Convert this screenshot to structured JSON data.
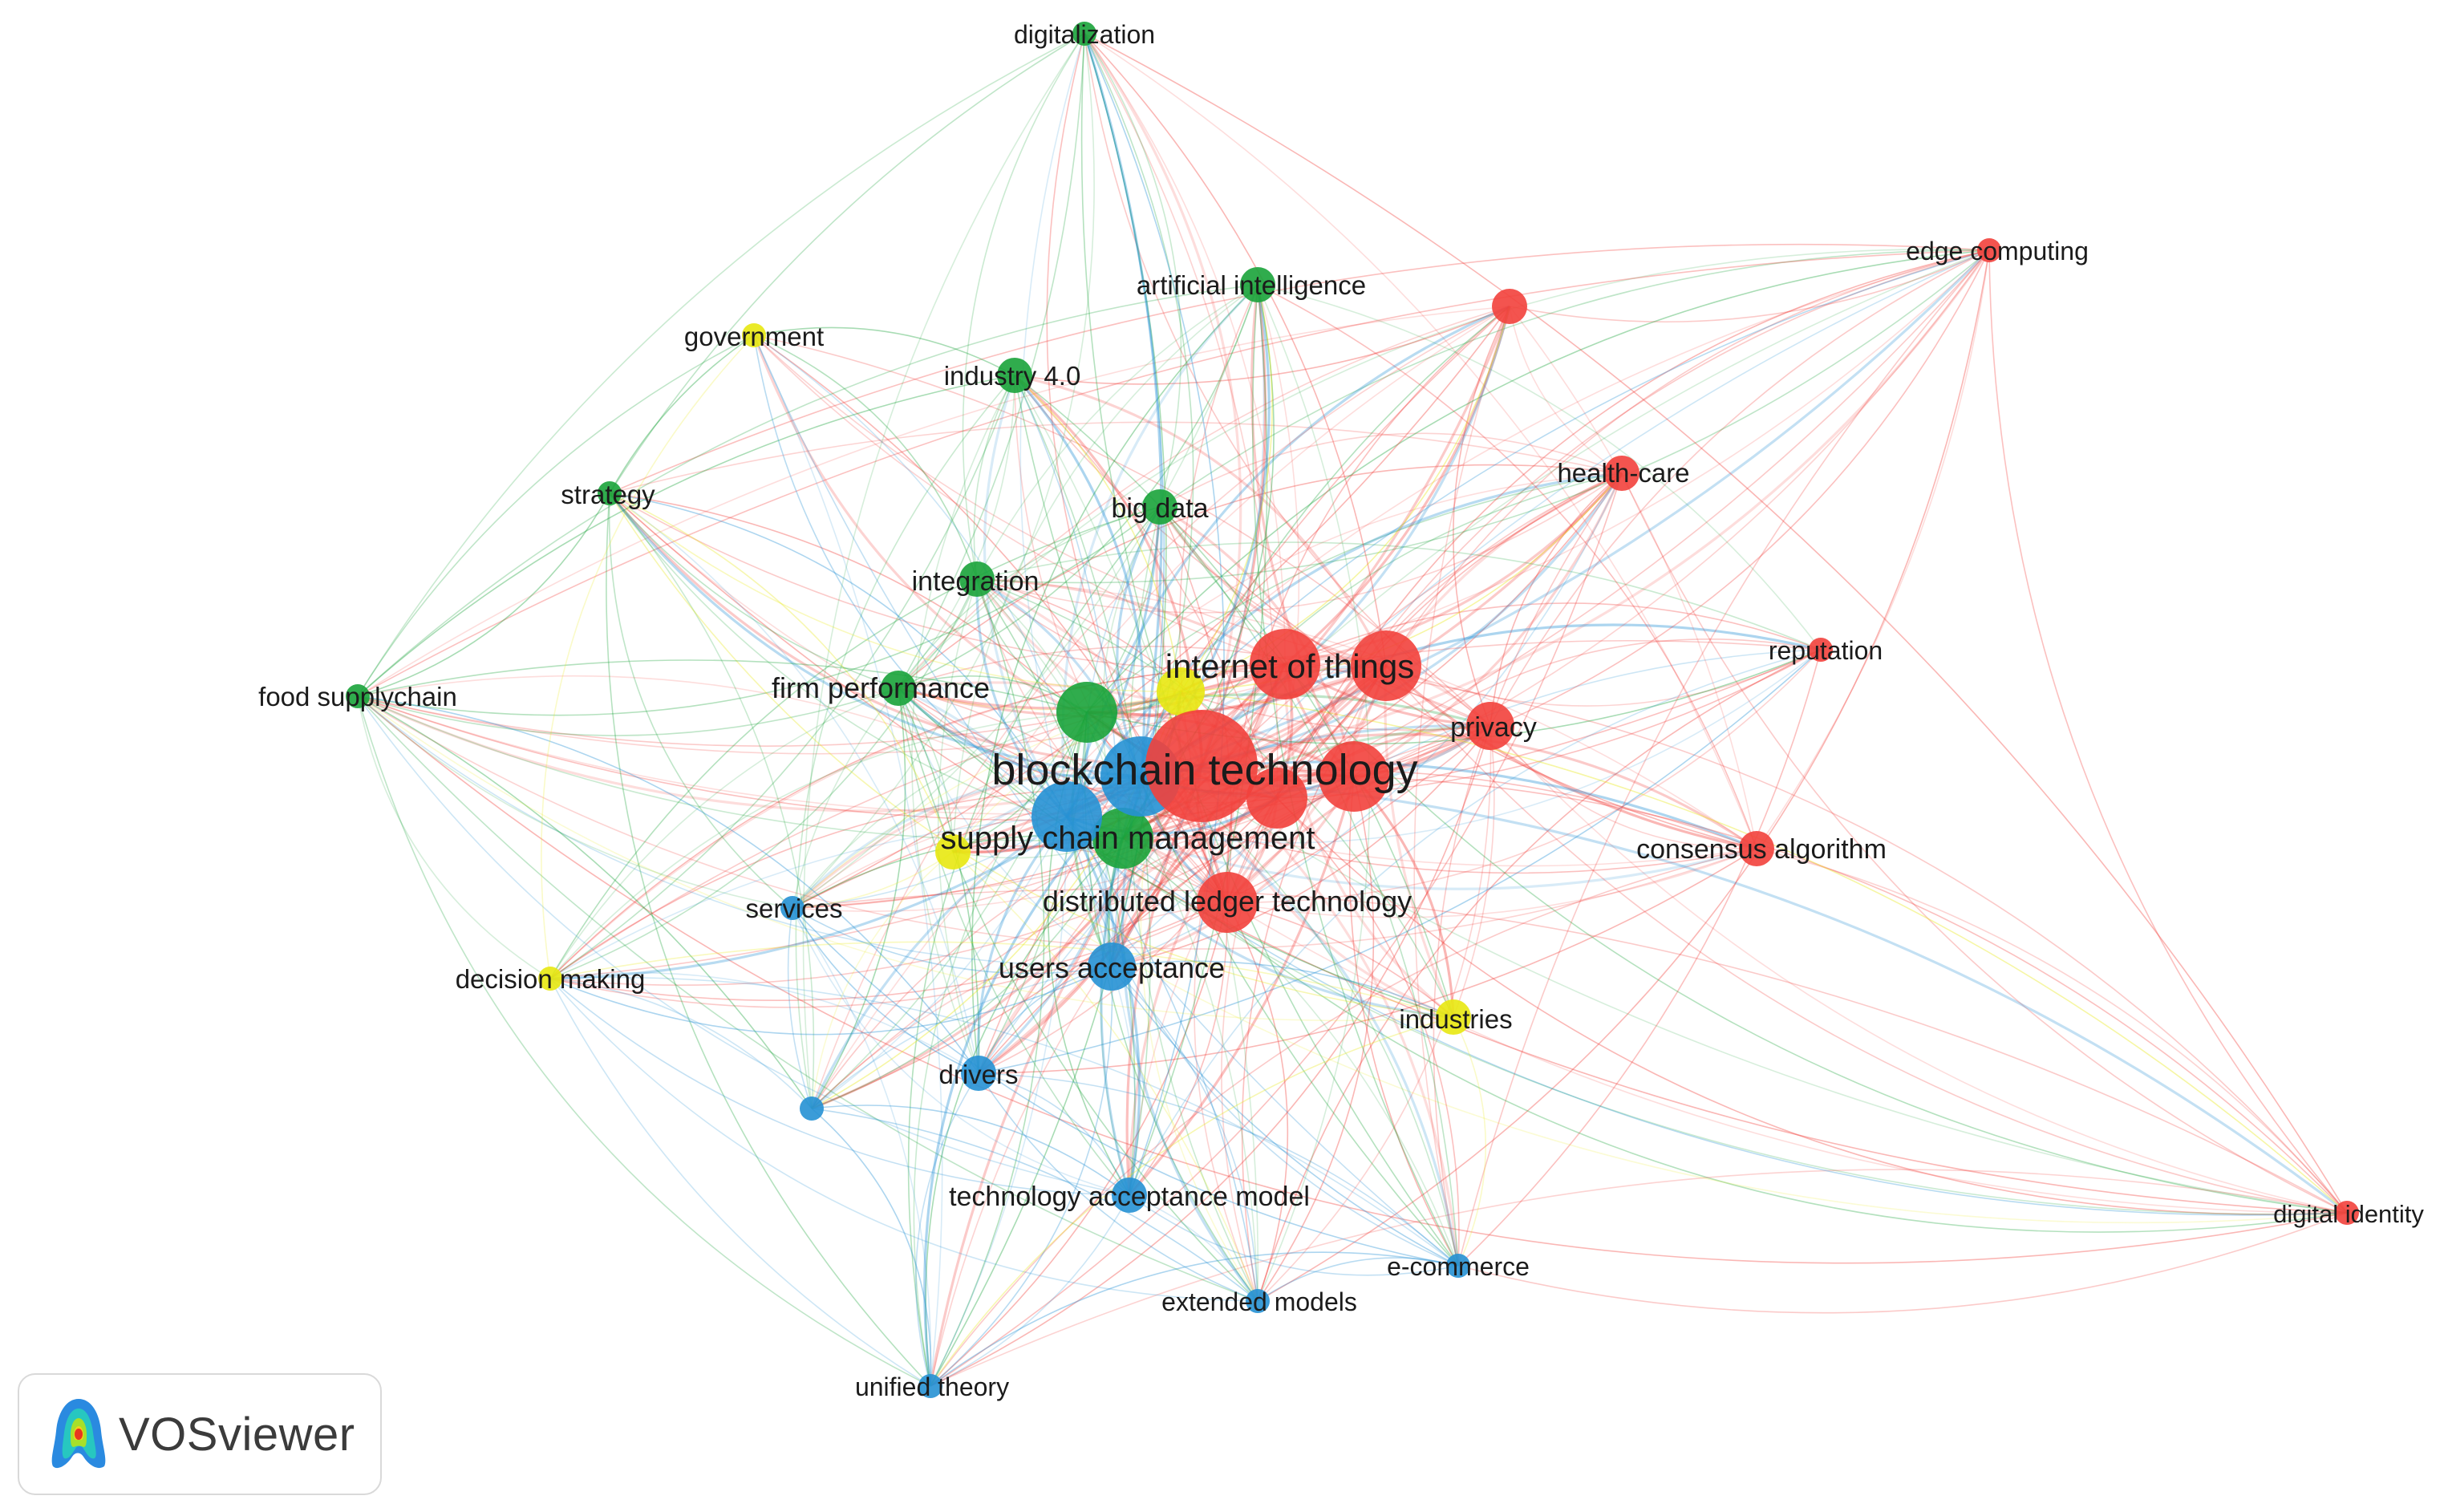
{
  "app": {
    "name": "VOSviewer"
  },
  "clusters": {
    "red": "#f2413c",
    "green": "#1aa33a",
    "blue": "#2691d4",
    "yellow": "#e8e811"
  },
  "nodes": [
    {
      "id": "blockchain-technology",
      "label": "blockchain technology",
      "cluster": "red",
      "weight": 10
    },
    {
      "id": "internet-of-things",
      "label": "internet of things",
      "cluster": "red",
      "weight": 6
    },
    {
      "id": "distributed-ledger-technology",
      "label": "distributed ledger technology",
      "cluster": "red",
      "weight": 5
    },
    {
      "id": "privacy",
      "label": "privacy",
      "cluster": "red",
      "weight": 4
    },
    {
      "id": "health-care",
      "label": "health-care",
      "cluster": "red",
      "weight": 3
    },
    {
      "id": "reputation",
      "label": "reputation",
      "cluster": "red",
      "weight": 2
    },
    {
      "id": "consensus-algorithm",
      "label": "consensus algorithm",
      "cluster": "red",
      "weight": 3
    },
    {
      "id": "edge-computing",
      "label": "edge computing",
      "cluster": "red",
      "weight": 2
    },
    {
      "id": "digital-identity",
      "label": "digital identity",
      "cluster": "red",
      "weight": 2
    },
    {
      "id": "red-unlabeled-top",
      "label": "",
      "cluster": "red",
      "weight": 3
    },
    {
      "id": "red-hub-a",
      "label": "",
      "cluster": "red",
      "weight": 6
    },
    {
      "id": "red-hub-b",
      "label": "",
      "cluster": "red",
      "weight": 6
    },
    {
      "id": "red-hub-c",
      "label": "",
      "cluster": "red",
      "weight": 5
    },
    {
      "id": "supply-chain-management",
      "label": "supply chain management",
      "cluster": "green",
      "weight": 5
    },
    {
      "id": "firm-performance",
      "label": "firm performance",
      "cluster": "green",
      "weight": 3
    },
    {
      "id": "integration",
      "label": "integration",
      "cluster": "green",
      "weight": 3
    },
    {
      "id": "big-data",
      "label": "big data",
      "cluster": "green",
      "weight": 3
    },
    {
      "id": "industry-4-0",
      "label": "industry 4.0",
      "cluster": "green",
      "weight": 3
    },
    {
      "id": "artificial-intelligence",
      "label": "artificial intelligence",
      "cluster": "green",
      "weight": 3
    },
    {
      "id": "digitalization",
      "label": "digitalization",
      "cluster": "green",
      "weight": 2
    },
    {
      "id": "strategy",
      "label": "strategy",
      "cluster": "green",
      "weight": 2
    },
    {
      "id": "food-supplychain",
      "label": "food supplychain",
      "cluster": "green",
      "weight": 2
    },
    {
      "id": "green-hub",
      "label": "",
      "cluster": "green",
      "weight": 5
    },
    {
      "id": "users-acceptance",
      "label": "users acceptance",
      "cluster": "blue",
      "weight": 4
    },
    {
      "id": "technology-acceptance-model",
      "label": "technology acceptance model",
      "cluster": "blue",
      "weight": 3
    },
    {
      "id": "services",
      "label": "services",
      "cluster": "blue",
      "weight": 2
    },
    {
      "id": "drivers",
      "label": "drivers",
      "cluster": "blue",
      "weight": 3
    },
    {
      "id": "e-commerce",
      "label": "e-commerce",
      "cluster": "blue",
      "weight": 2
    },
    {
      "id": "extended-models",
      "label": "extended models",
      "cluster": "blue",
      "weight": 2
    },
    {
      "id": "unified-theory",
      "label": "unified theory",
      "cluster": "blue",
      "weight": 2
    },
    {
      "id": "blue-hub-a",
      "label": "",
      "cluster": "blue",
      "weight": 7
    },
    {
      "id": "blue-hub-b",
      "label": "",
      "cluster": "blue",
      "weight": 6
    },
    {
      "id": "blue-unlabeled-left",
      "label": "",
      "cluster": "blue",
      "weight": 2
    },
    {
      "id": "government",
      "label": "government",
      "cluster": "yellow",
      "weight": 2
    },
    {
      "id": "decision-making",
      "label": "decision making",
      "cluster": "yellow",
      "weight": 2
    },
    {
      "id": "industries",
      "label": "industries",
      "cluster": "yellow",
      "weight": 3
    },
    {
      "id": "yellow-hub-a",
      "label": "",
      "cluster": "yellow",
      "weight": 4
    },
    {
      "id": "yellow-hub-b",
      "label": "",
      "cluster": "yellow",
      "weight": 3
    }
  ]
}
